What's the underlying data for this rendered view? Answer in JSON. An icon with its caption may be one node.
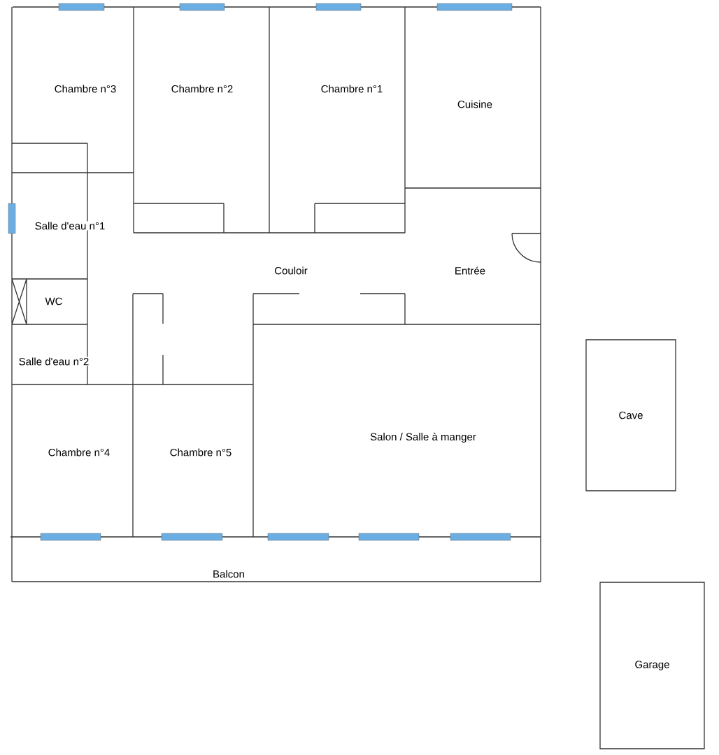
{
  "diagram": {
    "nodes": [
      {
        "text": [
          "Cave"
        ]
      },
      {
        "text": [
          "Garage"
        ]
      }
    ],
    "labels": [
      "Chambre n°3",
      "Chambre n°2",
      "Chambre n°1",
      "Cuisine",
      "Salle d'eau n°1",
      "Couloir",
      "Entrée",
      "WC",
      "Salle d'eau n°2",
      "Chambre n°4",
      "Chambre n°5",
      "Salon / Salle à manger",
      "Balcon"
    ]
  }
}
